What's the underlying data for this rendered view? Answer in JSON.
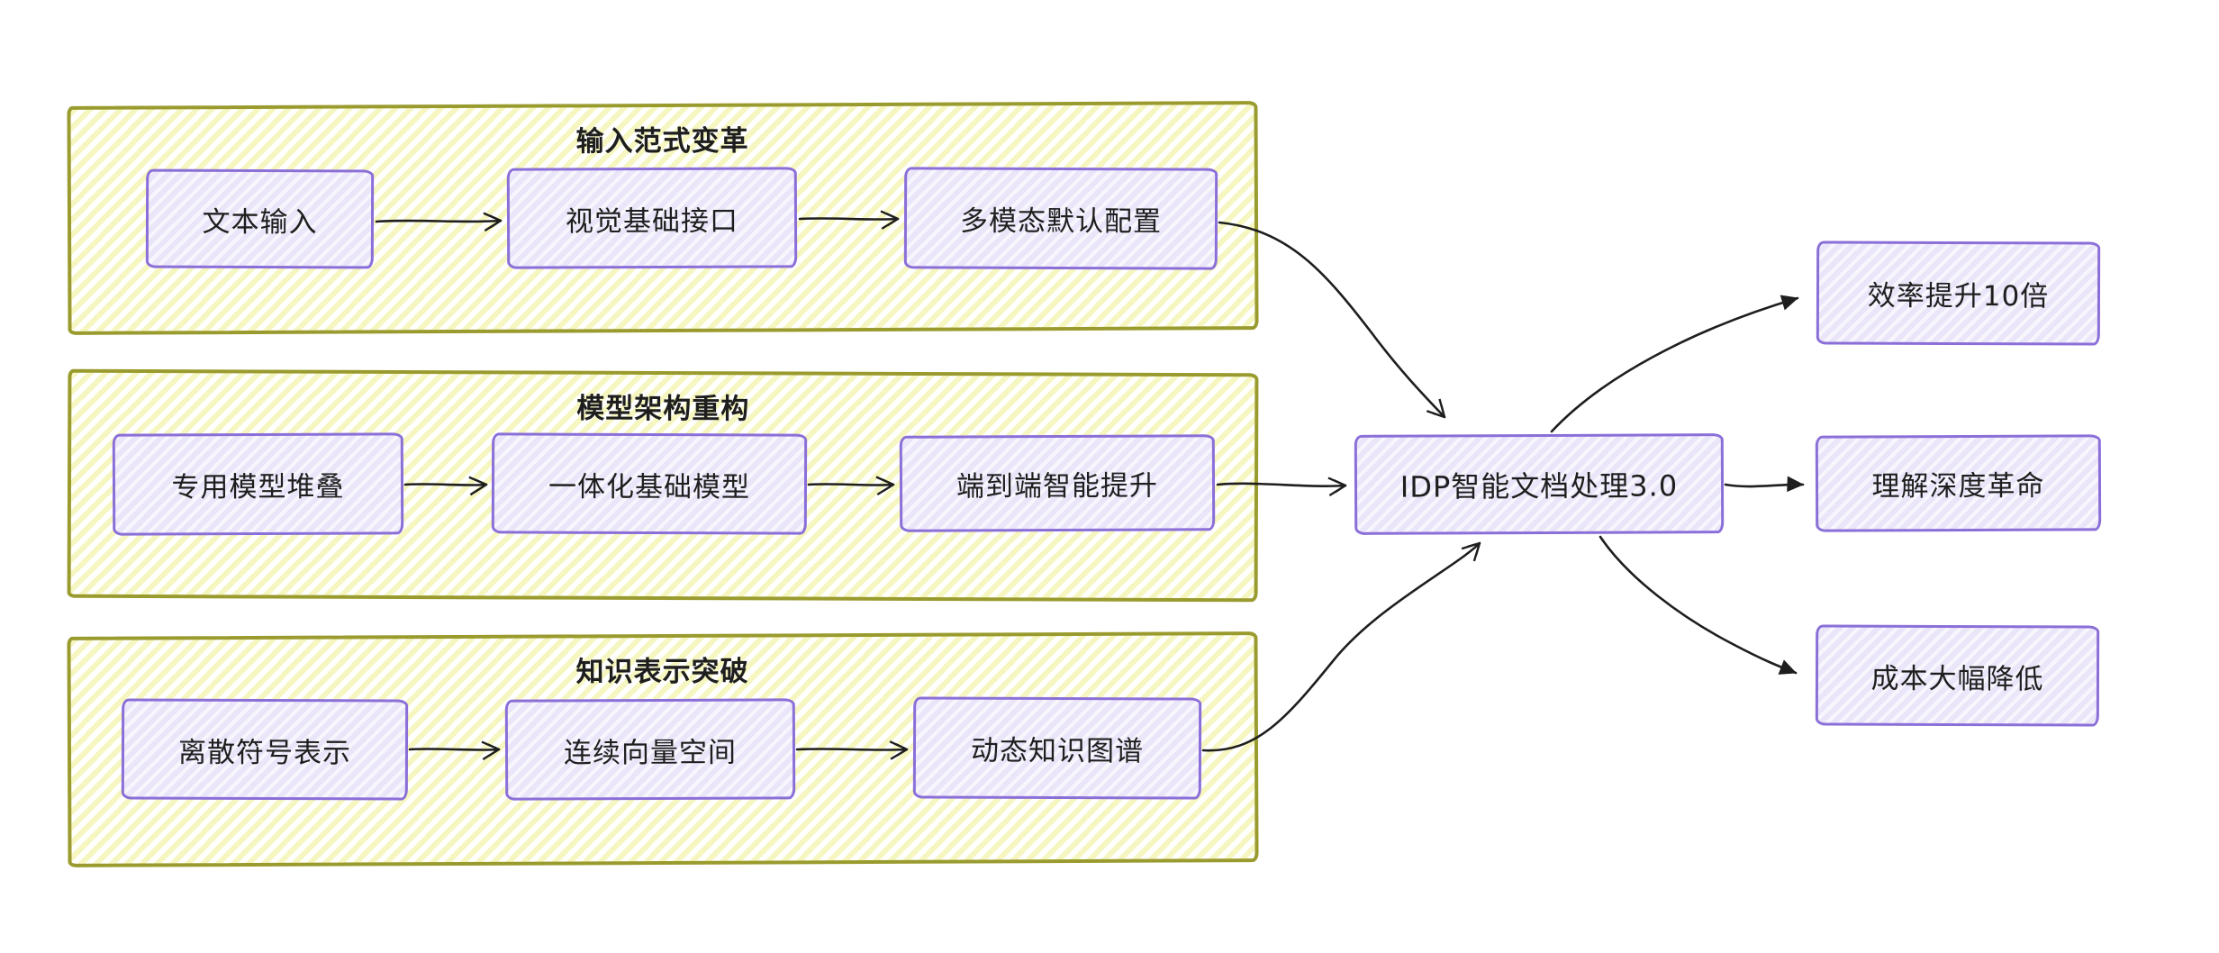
{
  "diagram": {
    "groups": [
      {
        "title": "输入范式变革",
        "nodes": [
          "文本输入",
          "视觉基础接口",
          "多模态默认配置"
        ]
      },
      {
        "title": "模型架构重构",
        "nodes": [
          "专用模型堆叠",
          "一体化基础模型",
          "端到端智能提升"
        ]
      },
      {
        "title": "知识表示突破",
        "nodes": [
          "离散符号表示",
          "连续向量空间",
          "动态知识图谱"
        ]
      }
    ],
    "center": {
      "label": "IDP智能文档处理3.0"
    },
    "outputs": [
      {
        "label": "效率提升10倍"
      },
      {
        "label": "理解深度革命"
      },
      {
        "label": "成本大幅降低"
      }
    ],
    "colors": {
      "group_border": "#9a9b2e",
      "group_stripe": "#f6f6c0",
      "node_border": "#8b6fd8",
      "node_fill": "#eae5f9",
      "arrow": "#1e1e1e",
      "text": "#1e1e1e"
    }
  }
}
